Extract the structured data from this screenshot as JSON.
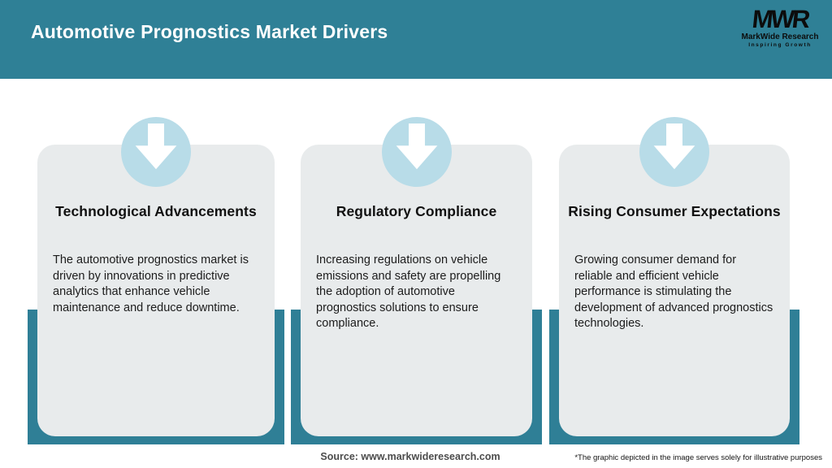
{
  "header": {
    "title": "Automotive Prognostics Market Drivers",
    "logo": {
      "monogram": "MWR",
      "name": "MarkWide Research",
      "tagline": "Inspiring Growth"
    }
  },
  "cards": [
    {
      "title": "Technological Advancements",
      "body": "The automotive prognostics market is driven by innovations in predictive analytics that enhance vehicle maintenance and reduce downtime."
    },
    {
      "title": "Regulatory Compliance",
      "body": "Increasing regulations on vehicle emissions and safety are propelling the adoption of automotive prognostics solutions to ensure compliance."
    },
    {
      "title": "Rising Consumer Expectations",
      "body": "Growing consumer demand for reliable and efficient vehicle performance is stimulating the development of advanced prognostics technologies."
    }
  ],
  "footer": {
    "source": "Source: www.markwideresearch.com",
    "disclaimer": "*The graphic depicted in the image serves solely for illustrative purposes"
  },
  "colors": {
    "header_teal": "#2f8096",
    "band_teal": "#2f7f96",
    "circle_blue": "#b8dce8",
    "card_gray": "#e8ebec"
  }
}
